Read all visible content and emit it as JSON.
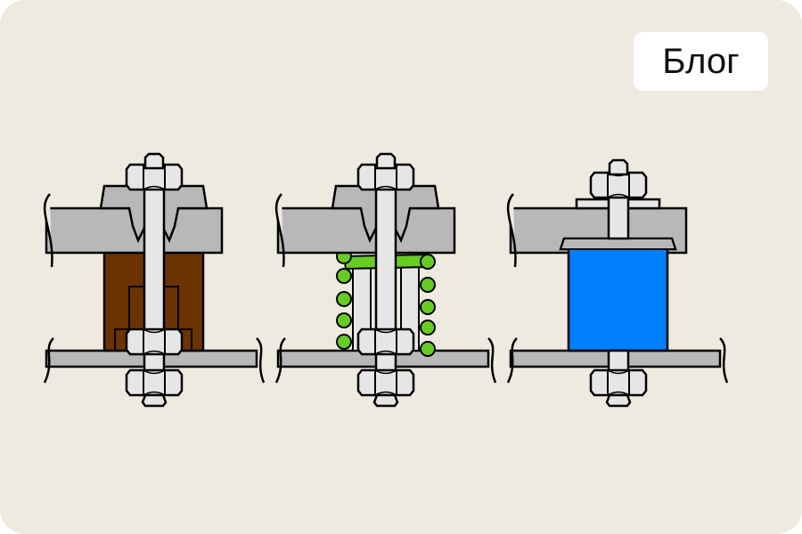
{
  "badge": {
    "label": "Блог"
  },
  "colors": {
    "background": "#eeeadf",
    "steel": "#b8b8b8",
    "bolt": "#e6e6e6",
    "rubber_block": "#6b3300",
    "spring": "#66cc22",
    "polymer_block": "#0080ff"
  },
  "diagram": {
    "mounts": [
      {
        "id": "rubber",
        "insert": "rubber-block"
      },
      {
        "id": "spring",
        "insert": "coil-spring"
      },
      {
        "id": "polymer",
        "insert": "polymer-block"
      }
    ]
  }
}
